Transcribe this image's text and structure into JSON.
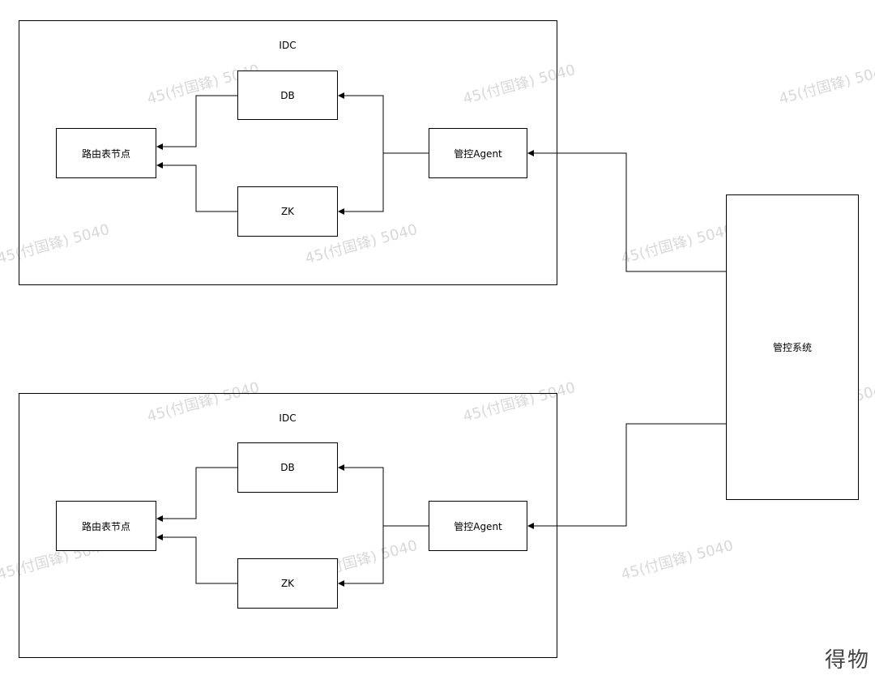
{
  "idc_top": {
    "title": "IDC",
    "db": "DB",
    "zk": "ZK",
    "route": "路由表节点",
    "agent": "管控Agent"
  },
  "idc_bottom": {
    "title": "IDC",
    "db": "DB",
    "zk": "ZK",
    "route": "路由表节点",
    "agent": "管控Agent"
  },
  "control_system": "管控系统",
  "watermark": "45(付国锋) 5040",
  "corner_mark": "得物"
}
